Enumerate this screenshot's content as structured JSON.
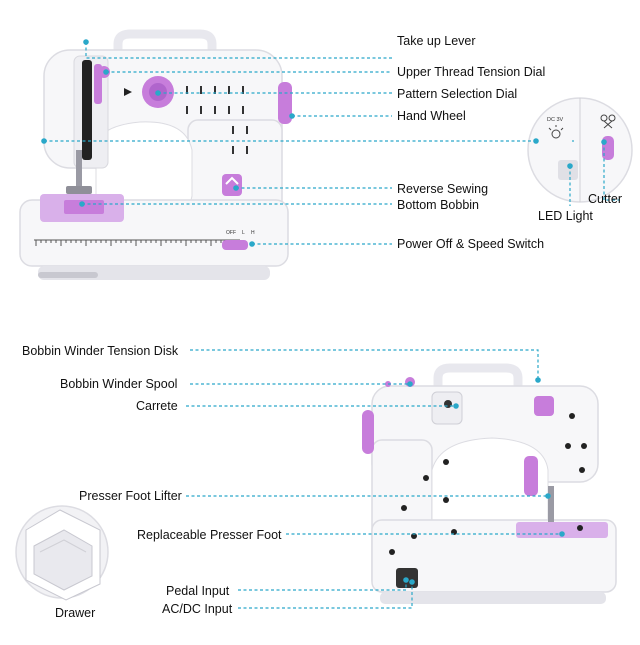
{
  "colors": {
    "accent": "#c77ddb",
    "leader": "#2aa8c9",
    "body": "#f6f6f8",
    "shade": "#e4e4ea"
  },
  "labels": {
    "take_up_lever": "Take up Lever",
    "upper_thread_tension_dial": "Upper Thread Tension Dial",
    "pattern_selection_dial": "Pattern Selection Dial",
    "hand_wheel": "Hand Wheel",
    "reverse_sewing": "Reverse Sewing",
    "bottom_bobbin": "Bottom Bobbin",
    "power_off_speed_switch": "Power Off & Speed Switch",
    "cutter": "Cutter",
    "led_light": "LED Light",
    "bobbin_winder_tension_disk": "Bobbin Winder Tension Disk",
    "bobbin_winder_spool": "Bobbin Winder Spool",
    "carrete": "Carrete",
    "presser_foot_lifter": "Presser Foot Lifter",
    "replaceable_presser_foot": "Replaceable Presser Foot",
    "drawer": "Drawer",
    "pedal_input": "Pedal Input",
    "ac_dc_input": "AC/DC Input"
  },
  "machine_markings": {
    "switch_off": "OFF",
    "switch_low": "L",
    "switch_high": "H",
    "led_voltage": "DC 3V"
  },
  "icons": [
    "sun-icon",
    "scissors-icon",
    "arrow-icon"
  ]
}
